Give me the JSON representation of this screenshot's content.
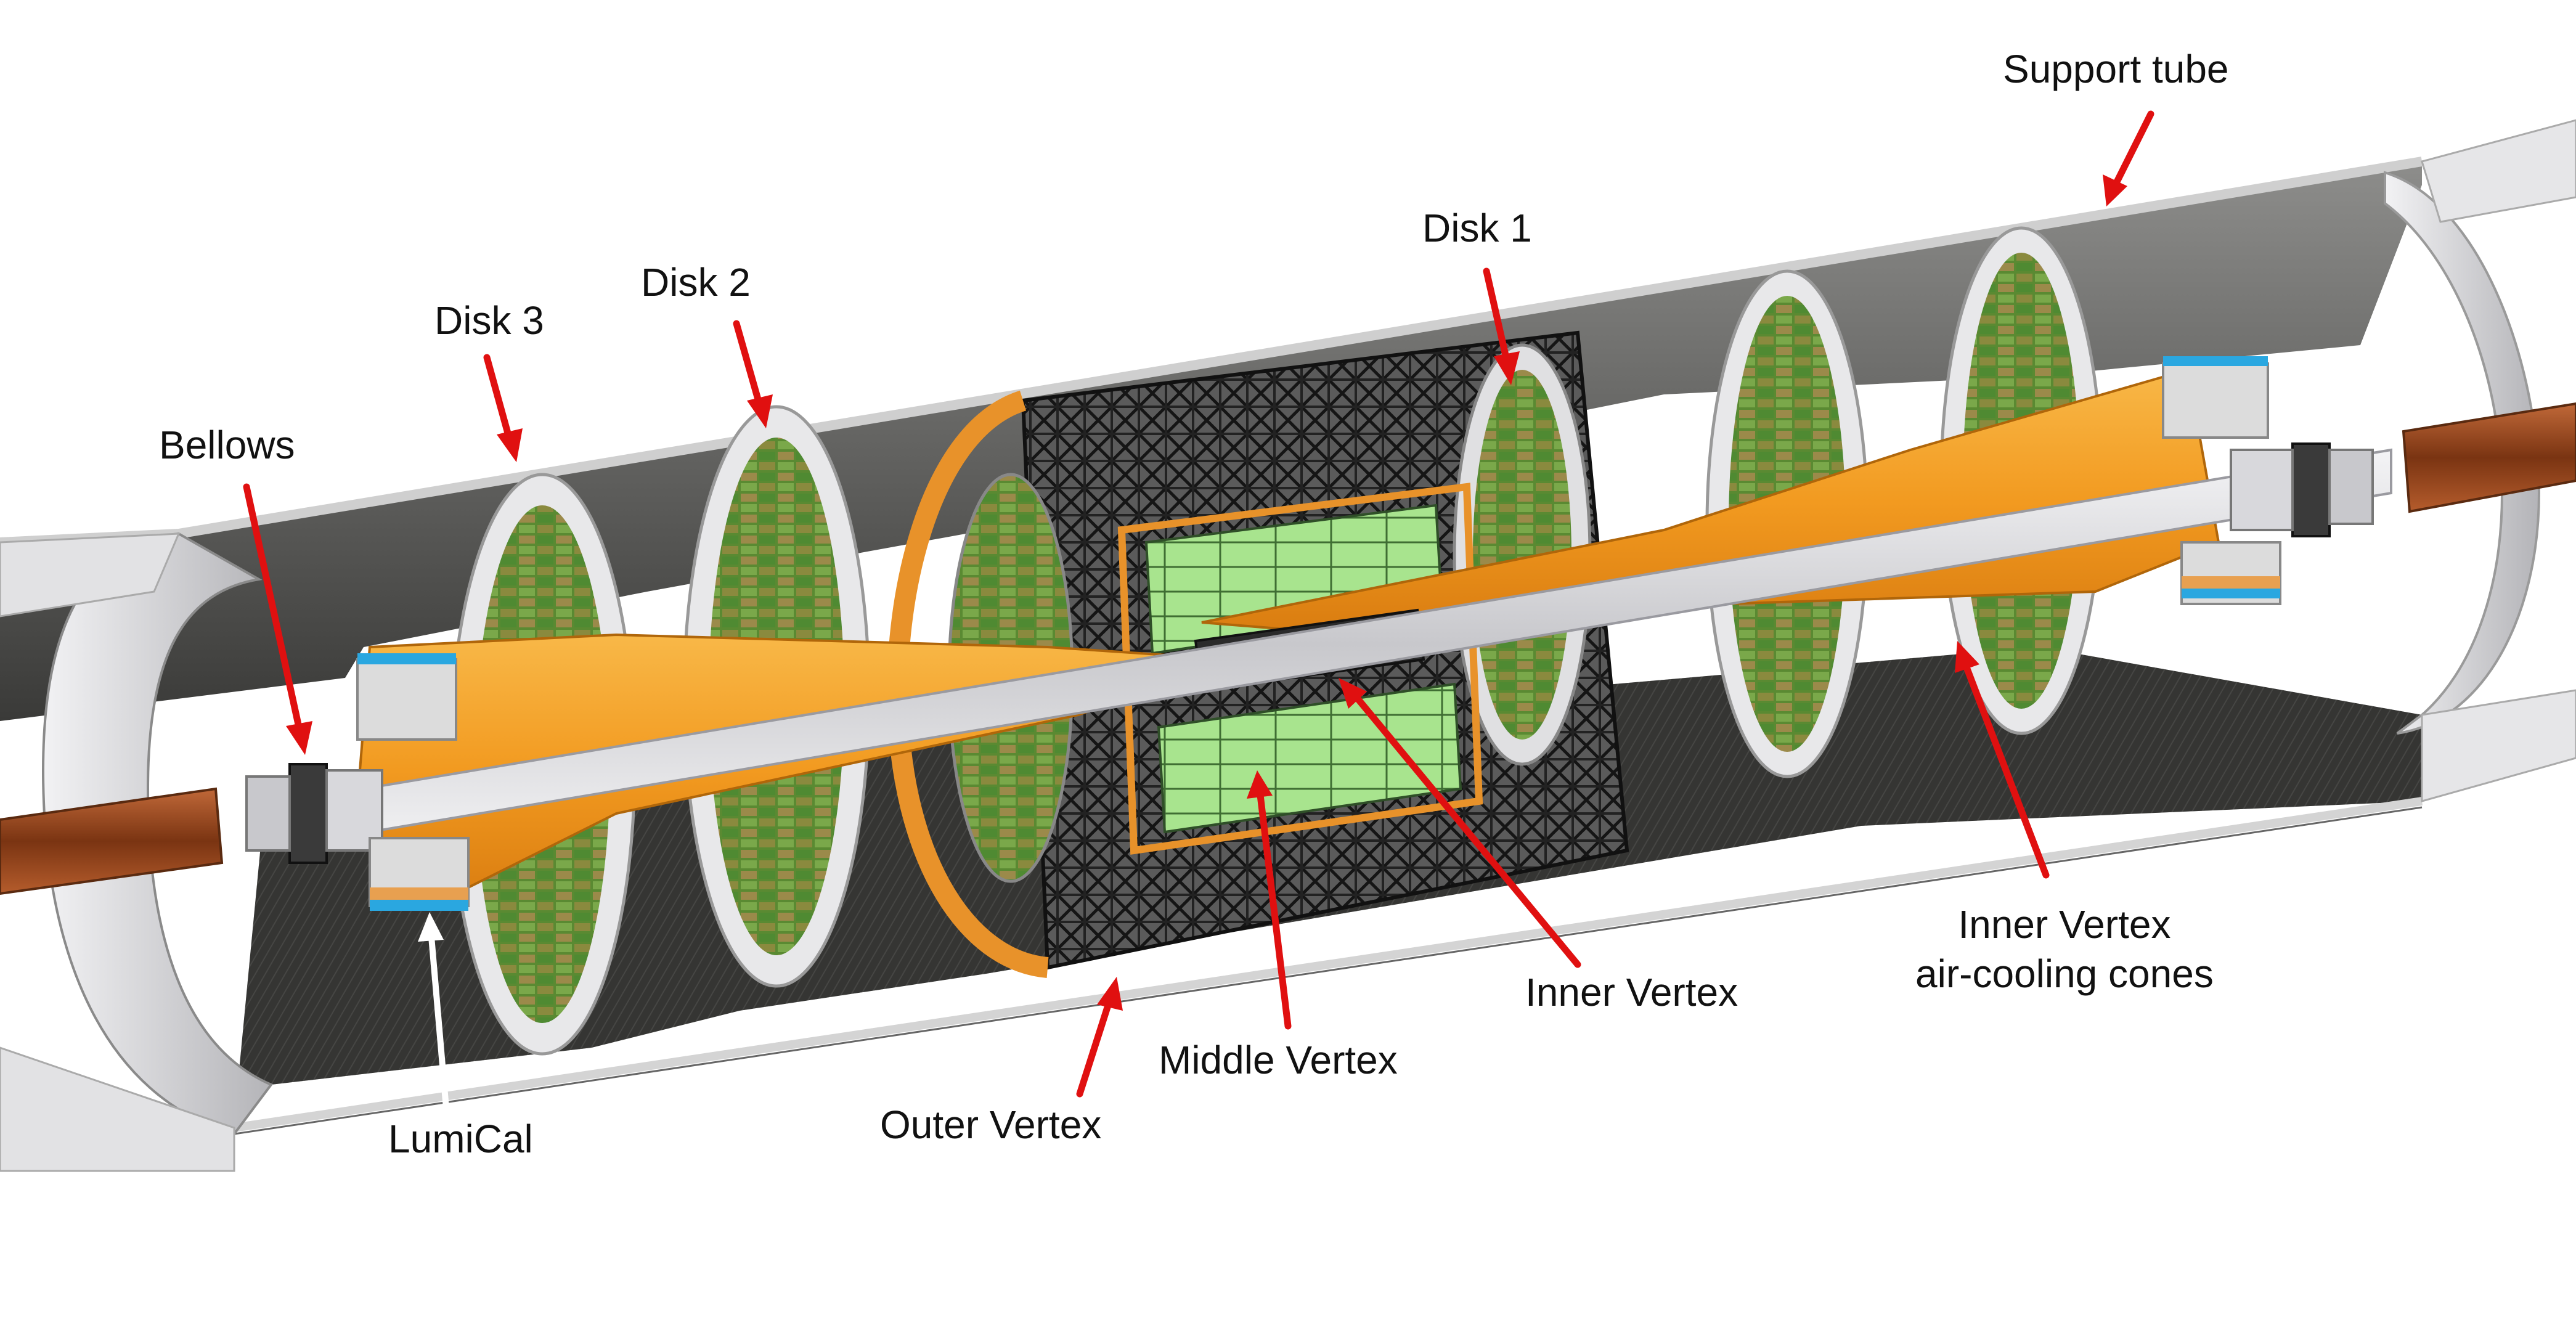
{
  "labels": {
    "support_tube": "Support tube",
    "disk_1": "Disk 1",
    "disk_2": "Disk 2",
    "disk_3": "Disk 3",
    "bellows": "Bellows",
    "lumical": "LumiCal",
    "outer_vertex": "Outer Vertex",
    "middle_vertex": "Middle Vertex",
    "inner_vertex": "Inner Vertex",
    "inner_vertex_cones_line1": "Inner Vertex",
    "inner_vertex_cones_line2": "air-cooling cones"
  },
  "colors": {
    "arrow_red": "#e01010",
    "arrow_white": "#ffffff",
    "cone_orange": "#f5a028",
    "support_shell_dark": "#3c3c3a",
    "support_shell_light": "#9a9a98",
    "flange_silver": "#d6d6d8",
    "beampipe_copper": "#9a4a20",
    "beampipe_silver": "#e2e2e6",
    "module_green": "#5a9a3a",
    "module_olive": "#8a8a40",
    "carbon_black": "#1a1a1a",
    "sensor_green": "#9fdc84",
    "lumical_blue": "#2aa7e0",
    "lumical_tan": "#e8a050"
  }
}
